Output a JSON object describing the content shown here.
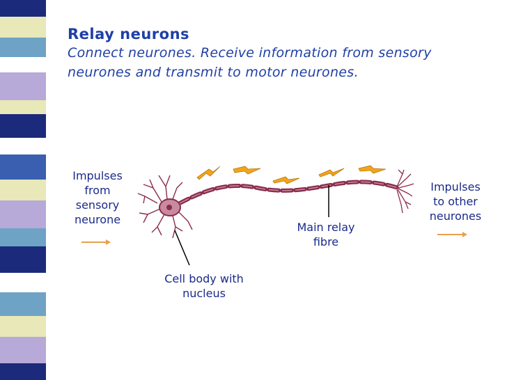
{
  "slide": {
    "title": "Relay neurons",
    "subtitle_line1": "Connect neurones. Receive information from sensory",
    "subtitle_line2": "neurones and transmit to motor neurones."
  },
  "labels": {
    "input": [
      "Impulses",
      "from",
      "sensory",
      "neurone"
    ],
    "output": [
      "Impulses",
      "to other",
      "neurones"
    ],
    "fibre": [
      "Main relay",
      "fibre"
    ],
    "cell_body": [
      "Cell body with",
      "nucleus"
    ]
  },
  "icons": {
    "arrows": "right-arrow-icon",
    "impulse": "lightning-bolt-icon"
  },
  "colors": {
    "text": "#1f3fa6",
    "neuron": "#8a2d4c",
    "arrow": "#e8a04a",
    "bolt": "#f2a51b"
  }
}
